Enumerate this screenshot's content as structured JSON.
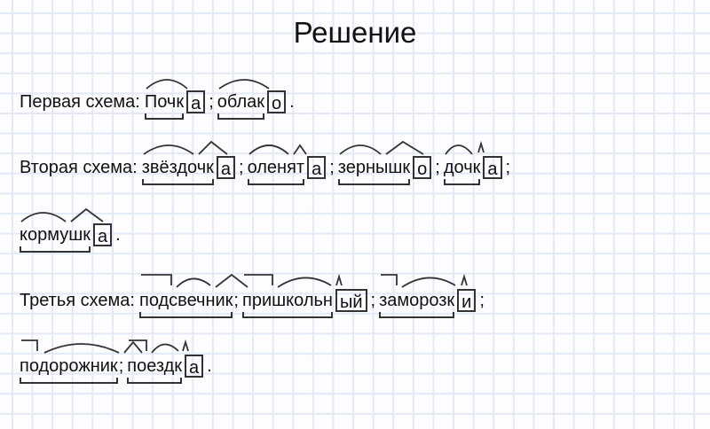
{
  "title": "Решение",
  "lines": [
    {
      "label": "Первая схема:",
      "words": [
        {
          "text": "Почк",
          "ending": "а",
          "sep": ";"
        },
        {
          "text": "облак",
          "ending": "о",
          "sep": "."
        }
      ]
    },
    {
      "label": "Вторая схема:",
      "words": [
        {
          "text": "звёздочк",
          "ending": "а",
          "sep": ";"
        },
        {
          "text": "оленят",
          "ending": "а",
          "sep": ";"
        },
        {
          "text": "зернышк",
          "ending": "о",
          "sep": ";"
        },
        {
          "text": "дочк",
          "ending": "а",
          "sep": ";"
        }
      ]
    },
    {
      "label": "",
      "words": [
        {
          "text": "кормушк",
          "ending": "а",
          "sep": "."
        }
      ]
    },
    {
      "label": "Третья схема:",
      "words": [
        {
          "text": "подсвечник",
          "ending": "",
          "sep": ";"
        },
        {
          "text": "пришкольн",
          "ending": "ый",
          "sep": ";"
        },
        {
          "text": "заморозк",
          "ending": "и",
          "sep": ";"
        }
      ]
    },
    {
      "label": "",
      "words": [
        {
          "text": "подорожник",
          "ending": "",
          "sep": ";"
        },
        {
          "text": "поездк",
          "ending": "а",
          "sep": "."
        }
      ]
    }
  ],
  "icons": {
    "root-arc": "root-arc-icon",
    "suffix-caret": "suffix-caret-icon",
    "prefix-bracket": "prefix-bracket-icon",
    "base-underline": "base-underline-icon",
    "ending-box": "ending-box-icon"
  }
}
